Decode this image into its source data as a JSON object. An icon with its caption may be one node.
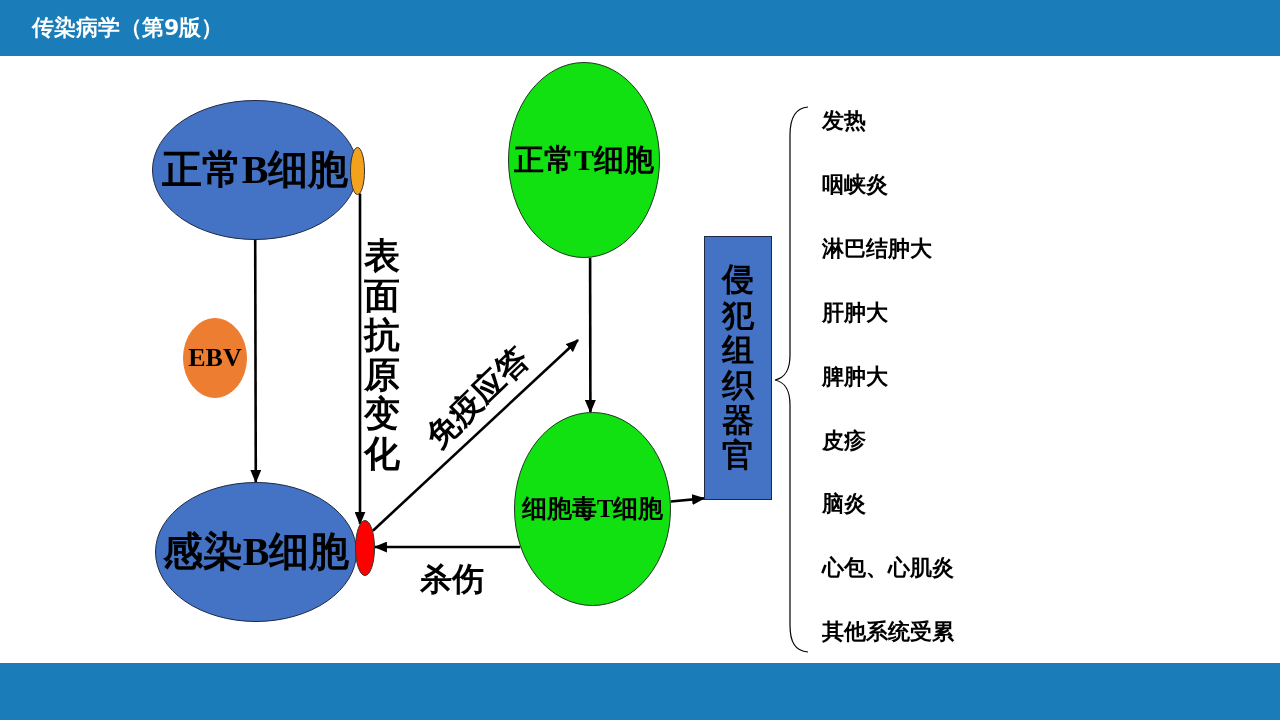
{
  "diagram": {
    "title": "传染病学（第9版）",
    "nodes": [
      {
        "text": [
          "正常B细胞"
        ]
      },
      {
        "text": [],
        "shape": "ellipse"
      },
      {
        "text": [
          "EBV"
        ]
      },
      {
        "text": [
          "感染B细胞"
        ]
      },
      {
        "text": [],
        "shape": "ellipse"
      },
      {
        "text": [
          "正常T细胞"
        ]
      },
      {
        "text": [
          "细胞毒T细胞"
        ]
      },
      {
        "text": [
          "侵犯组织器官"
        ]
      }
    ],
    "edges": [
      {
        "from": 0,
        "to": 3,
        "arrow": "to"
      },
      {
        "from": 1,
        "to": 4,
        "arrow": "to",
        "label": "表面抗原变化"
      },
      {
        "from": 4,
        "to": null,
        "arrow": "to",
        "label": "免疫应答"
      },
      {
        "from": 5,
        "to": 6,
        "arrow": "to"
      },
      {
        "from": 6,
        "to": 4,
        "arrow": "to",
        "label": "杀伤"
      },
      {
        "from": 6,
        "to": 7,
        "arrow": "to"
      }
    ],
    "labels": [
      "发热",
      "咽峡炎",
      "淋巴结肿大",
      "肝肿大",
      "脾肿大",
      "皮疹",
      "脑炎",
      "心包、心肌炎",
      "其他系统受累"
    ]
  }
}
